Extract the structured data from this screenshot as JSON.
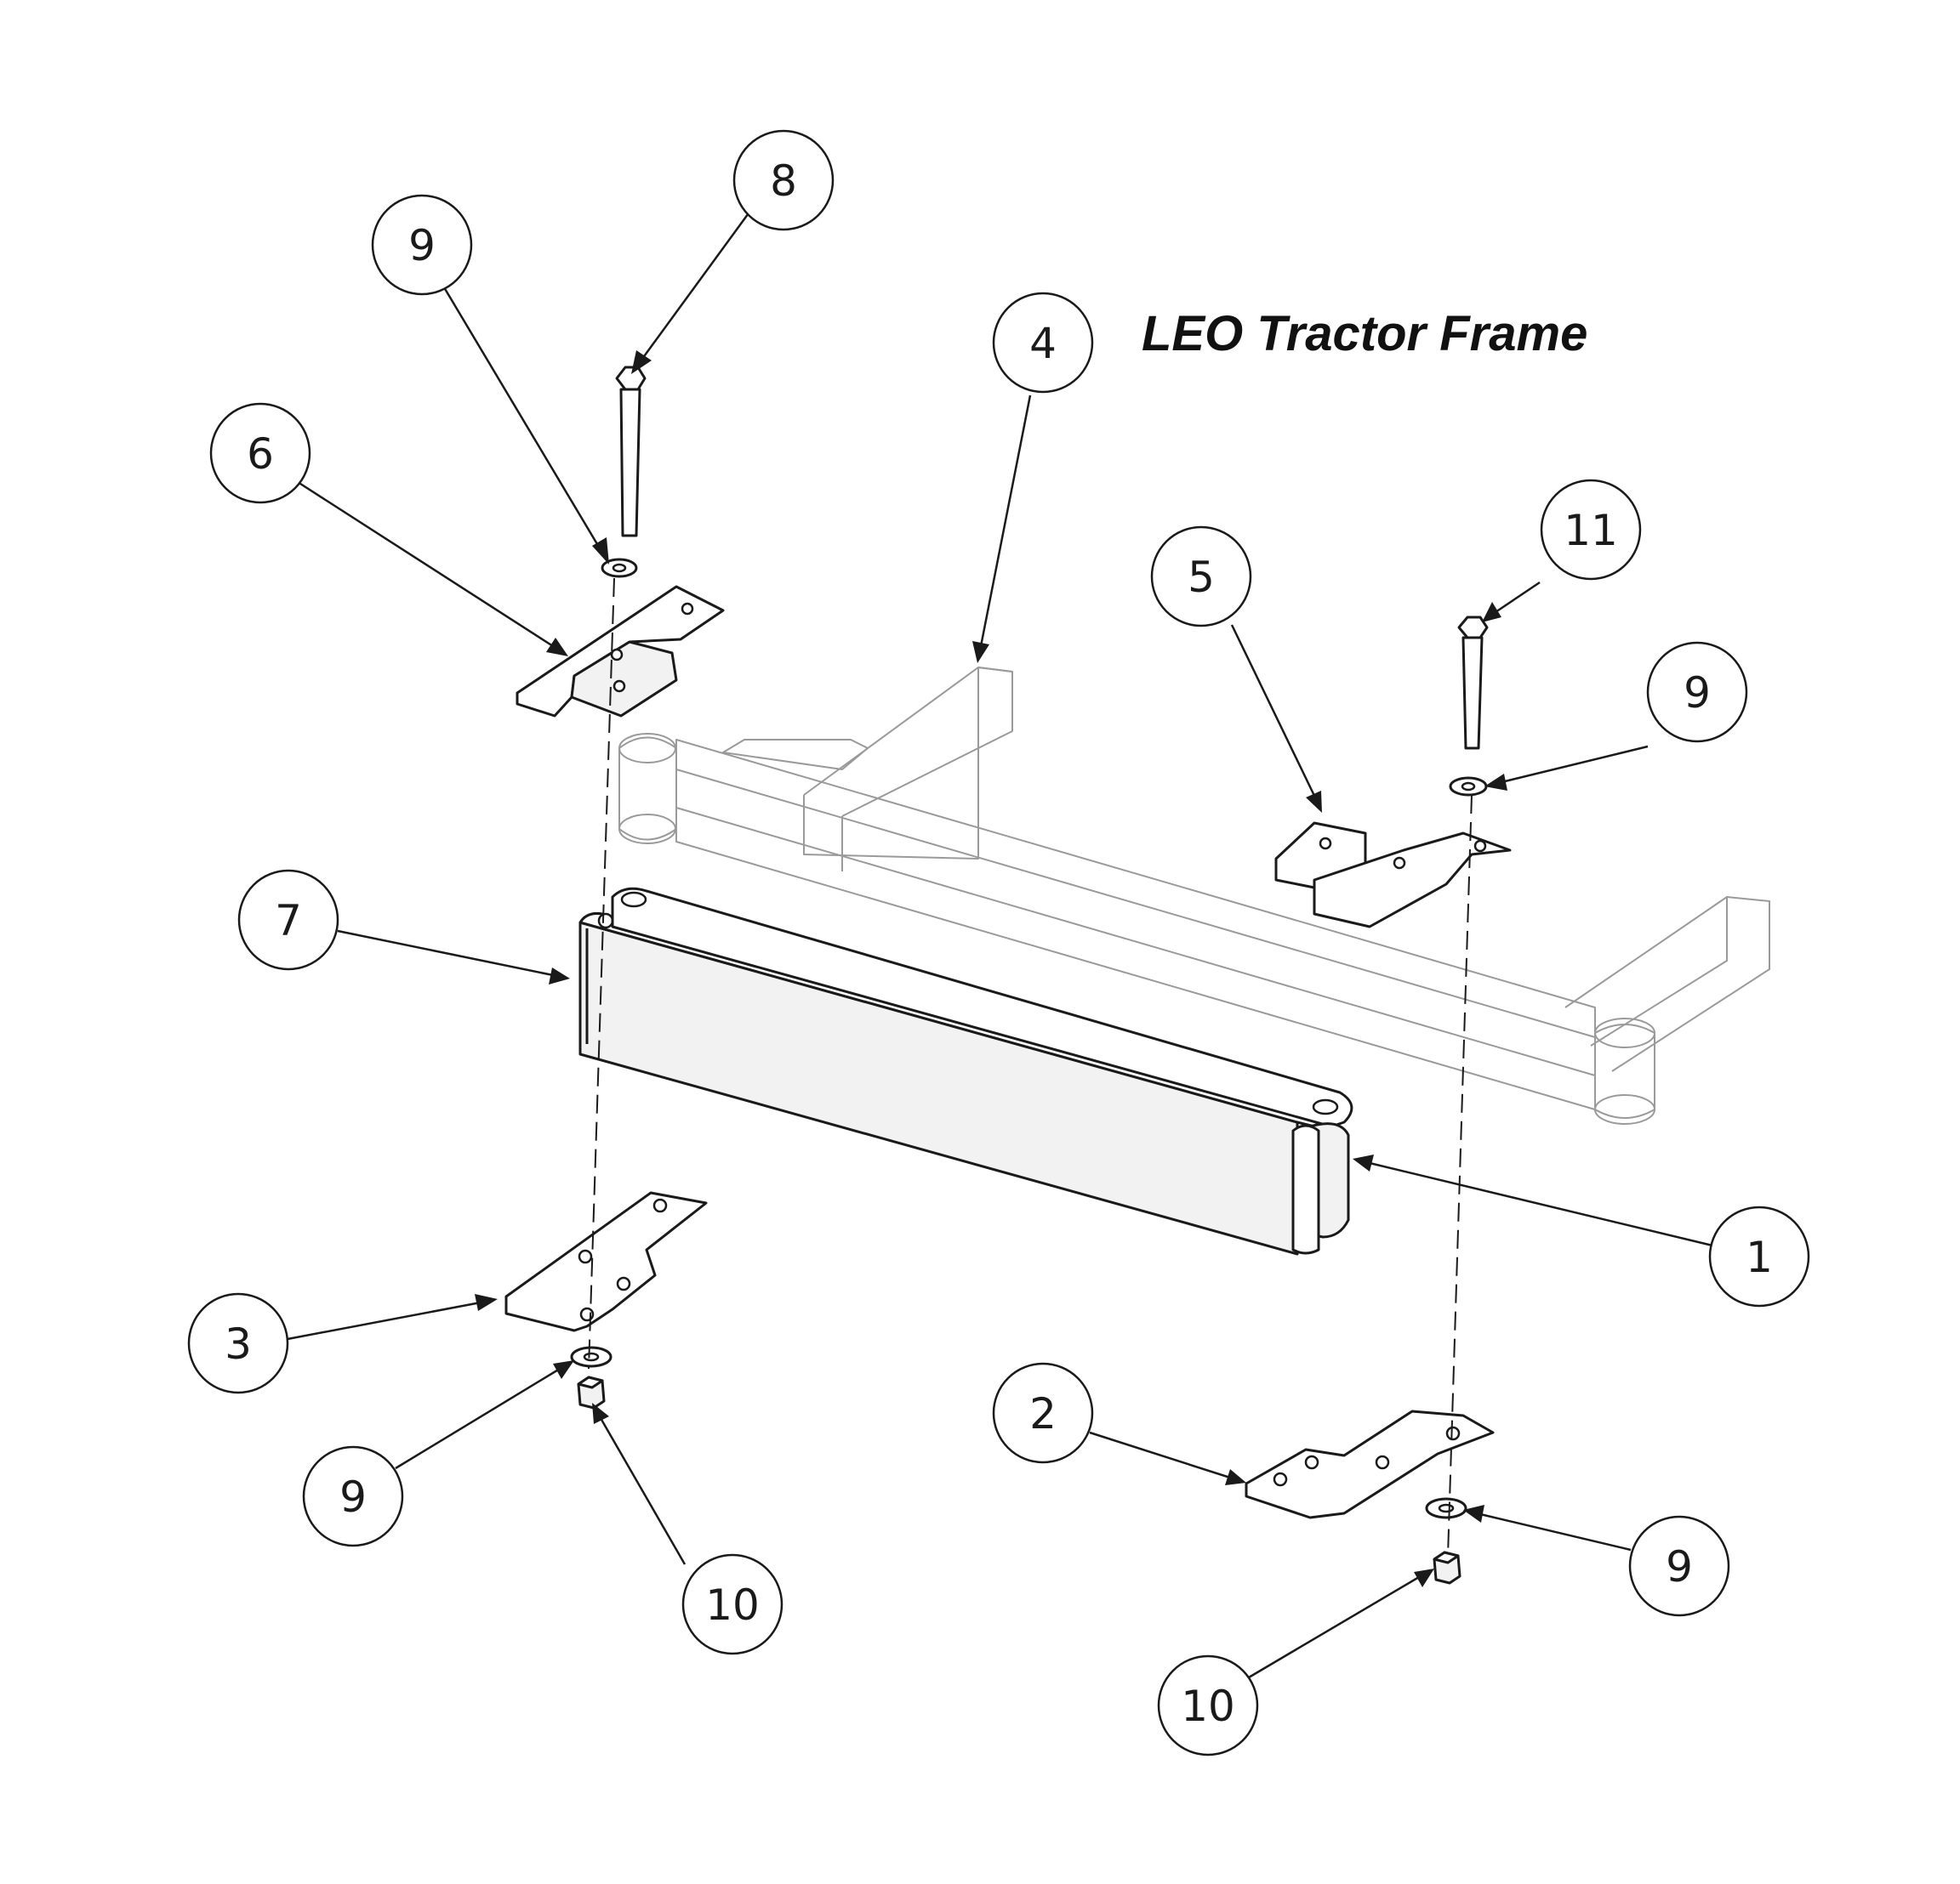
{
  "title": "LEO Tractor Frame",
  "balloons": [
    {
      "id": "b1",
      "label": "1"
    },
    {
      "id": "b2",
      "label": "2"
    },
    {
      "id": "b3",
      "label": "3"
    },
    {
      "id": "b4",
      "label": "4"
    },
    {
      "id": "b5",
      "label": "5"
    },
    {
      "id": "b6",
      "label": "6"
    },
    {
      "id": "b7",
      "label": "7"
    },
    {
      "id": "b8",
      "label": "8"
    },
    {
      "id": "b9a",
      "label": "9"
    },
    {
      "id": "b9b",
      "label": "9"
    },
    {
      "id": "b9c",
      "label": "9"
    },
    {
      "id": "b9d",
      "label": "9"
    },
    {
      "id": "b10a",
      "label": "10"
    },
    {
      "id": "b10b",
      "label": "10"
    },
    {
      "id": "b11",
      "label": "11"
    }
  ]
}
